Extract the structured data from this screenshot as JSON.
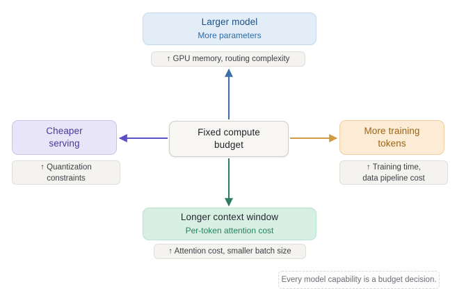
{
  "diagram": {
    "center": {
      "label": "Fixed compute budget",
      "line1": "Fixed compute",
      "line2": "budget",
      "color": "#f7f6f3"
    },
    "branches": [
      {
        "id": "top",
        "direction": "up",
        "title": "Larger model",
        "subtitle": "More parameters",
        "caption": "↑ GPU memory, routing complexity",
        "caption_line1": "↑ GPU memory, routing complexity",
        "caption_line2": "",
        "accent": "#2f6aa8",
        "fill": "#e2edf8"
      },
      {
        "id": "left",
        "direction": "left",
        "title": "Cheaper serving",
        "title_line1": "Cheaper",
        "title_line2": "serving",
        "subtitle": "",
        "caption_line1": "↑ Quantization",
        "caption_line2": "constraints",
        "accent": "#5b4fc4",
        "fill": "#e7e5f7"
      },
      {
        "id": "right",
        "direction": "right",
        "title": "More training tokens",
        "title_line1": "More training",
        "title_line2": "tokens",
        "subtitle": "",
        "caption_line1": "↑ Training time,",
        "caption_line2": "data pipeline cost",
        "accent": "#d29b43",
        "fill": "#fcecd5"
      },
      {
        "id": "bottom",
        "direction": "down",
        "title": "Longer context window",
        "subtitle": "Per-token attention cost",
        "caption_line1": "↑ Attention cost, smaller batch size",
        "caption_line2": "",
        "accent": "#2e7d63",
        "fill": "#d8f0e4"
      }
    ],
    "footer_note": "Every model capability is a budget decision."
  }
}
